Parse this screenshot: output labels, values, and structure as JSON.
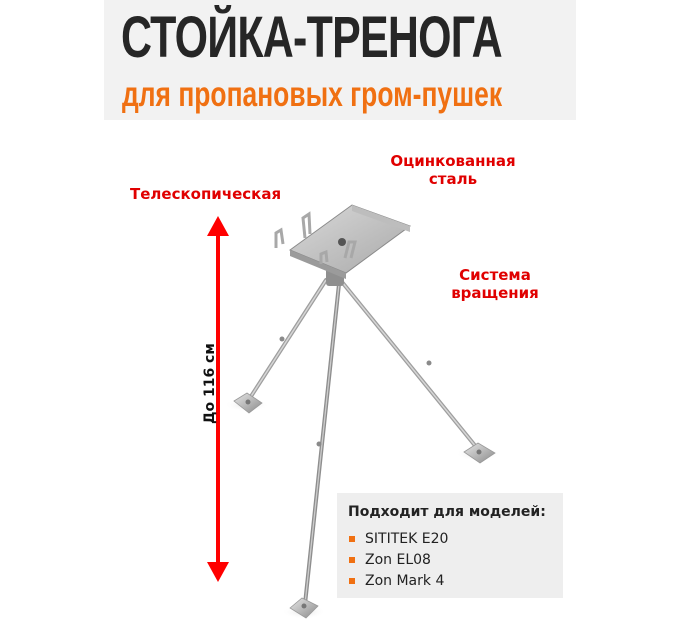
{
  "header": {
    "title": "СТОЙКА-ТРЕНОГА",
    "subtitle": "для пропановых гром-пушек",
    "background": "#f2f2f2",
    "title_color": "#262626",
    "subtitle_color": "#f07012"
  },
  "callouts": {
    "telescopic": "Телескопическая",
    "galvanized_line1": "Оцинкованная",
    "galvanized_line2": "сталь",
    "rotation_line1": "Система",
    "rotation_line2": "вращения",
    "color": "#e00000"
  },
  "dimension": {
    "label": "До 116 см",
    "arrow_color": "#ff0000",
    "icon": "double-arrow-vertical-icon"
  },
  "product_image": {
    "icon": "tripod-stand-icon"
  },
  "models": {
    "title": "Подходит для моделей:",
    "bullet_color": "#f07012",
    "items": [
      {
        "label": "SITITEK E20"
      },
      {
        "label": "Zon EL08"
      },
      {
        "label": "Zon Mark 4"
      }
    ]
  }
}
